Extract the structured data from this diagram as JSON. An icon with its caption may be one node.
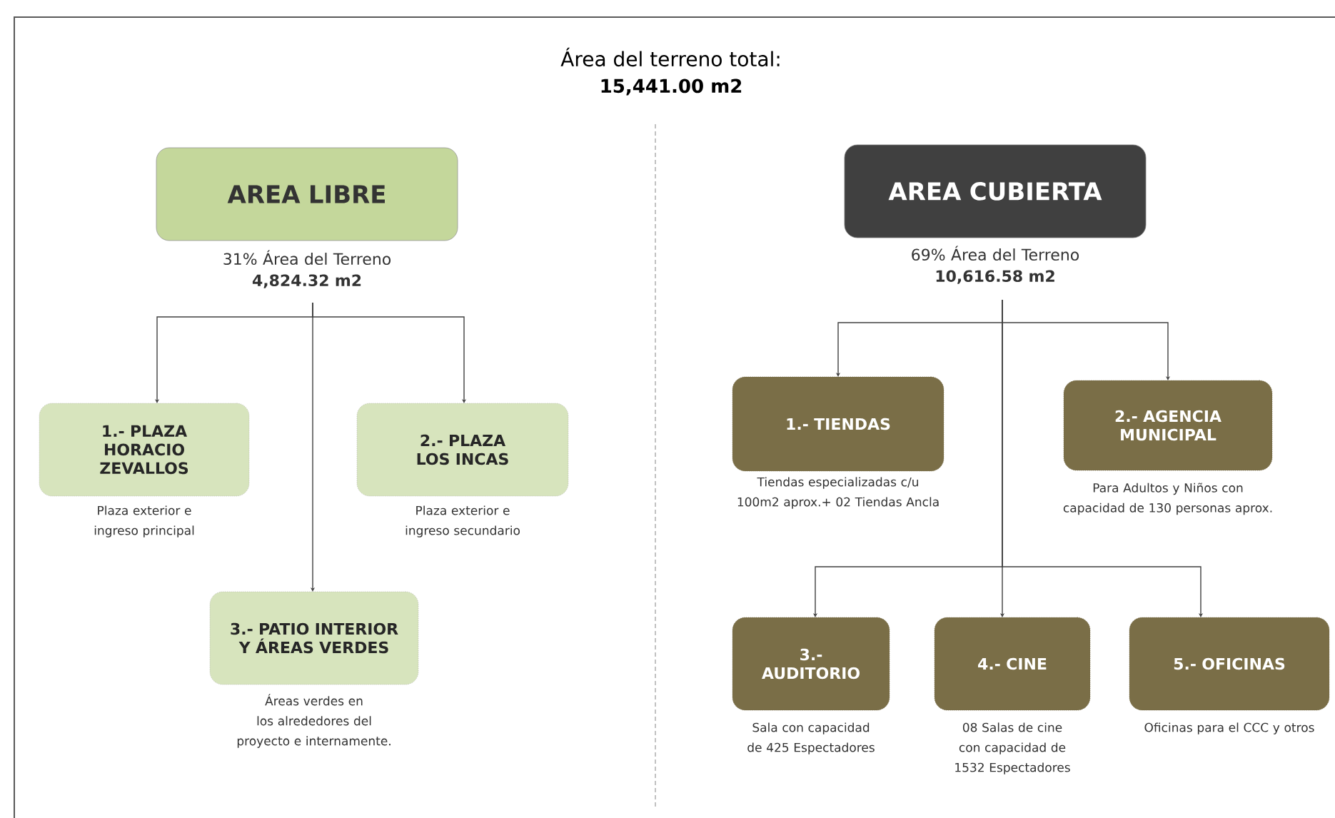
{
  "diagram": {
    "title": "Área del terreno total:",
    "nodes": [
      {
        "text": [
          "AREA LIBRE"
        ],
        "beside": [
          "31% Área del Terreno",
          "4,824.32 m2"
        ]
      },
      {
        "text": [
          "1.- PLAZA HORACIO ZEVALLOS"
        ],
        "beside": [
          "Plaza exterior e ingreso principal"
        ]
      },
      {
        "text": [
          "2.- PLAZA LOS INCAS"
        ],
        "beside": [
          "Plaza exterior e ingreso secundario"
        ]
      },
      {
        "text": [
          "3.- PATIO INTERIOR Y ÁREAS VERDES"
        ],
        "beside": [
          "Áreas verdes en los alrededores del proyecto e internamente."
        ]
      },
      {
        "text": [
          "AREA  CUBIERTA"
        ],
        "beside": [
          "69% Área del Terreno",
          "10,616.58 m2"
        ]
      },
      {
        "text": [
          "1.- TIENDAS"
        ],
        "beside": [
          "Tiendas especializadas c/u  100m2 aprox.+ 02 Tiendas Ancla"
        ]
      },
      {
        "text": [
          "2.- AGENCIA MUNICIPAL"
        ],
        "beside": [
          "Para Adultos y Niños con capacidad de 130 personas aprox."
        ]
      },
      {
        "text": [
          "3.- AUDITORIO"
        ],
        "beside": [
          "Sala con capacidad de 425 Espectadores"
        ]
      },
      {
        "text": [
          "4.- CINE"
        ],
        "beside": [
          "08 Salas de cine con capacidad de 1532 Espectadores"
        ]
      },
      {
        "text": [
          "5.- OFICINAS"
        ],
        "beside": [
          "Oficinas para el CCC y otros"
        ]
      }
    ],
    "edges": [
      {
        "from": 0,
        "to": 1,
        "arrow": "to"
      },
      {
        "from": 0,
        "to": 2,
        "arrow": "to"
      },
      {
        "from": 0,
        "to": 3,
        "arrow": "to"
      },
      {
        "from": 4,
        "to": 5,
        "arrow": "to"
      },
      {
        "from": 4,
        "to": 6,
        "arrow": "to"
      },
      {
        "from": 4,
        "to": 7,
        "arrow": "to"
      },
      {
        "from": 4,
        "to": 8,
        "arrow": "to"
      },
      {
        "from": 4,
        "to": 9,
        "arrow": "to"
      }
    ],
    "labels": [
      "15,441.00 m2"
    ]
  }
}
